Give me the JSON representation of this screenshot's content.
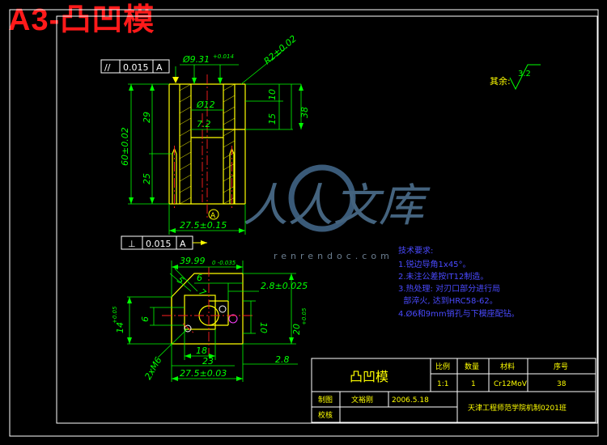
{
  "header": {
    "title": "A3-凸凹模"
  },
  "colors": {
    "background": "#000000",
    "frame": "#ffffff",
    "part": "#ffff00",
    "dimension": "#00ff00",
    "centerline": "#ff0000",
    "notes": "#4040ff",
    "title_text": "#ff2020",
    "watermark": "#5b84a8"
  },
  "view_top": {
    "tolerance_frame": {
      "symbol": "//",
      "value": "0.015",
      "datum": "A"
    },
    "dim_hole_dia": "Ø9.31",
    "dim_hole_tol": "+0.014",
    "dim_radius": "R2±0.02",
    "dim_dia_12": "Ø12",
    "dim_7_2": "7.2",
    "dim_10": "10",
    "dim_15": "15",
    "dim_38": "38",
    "dim_29": "29",
    "dim_25": "25",
    "dim_height": "60±0.02",
    "datum_label": "A",
    "dim_width": "27.5±0.15"
  },
  "view_bottom": {
    "tolerance_frame": {
      "symbol": "⊥",
      "value": "0.015",
      "datum": "A"
    },
    "dim_width_top": "39.99",
    "dim_width_top_tol": "0\n-0.035",
    "dim_6": "6",
    "dim_5": "5",
    "dim_7": "7",
    "dim_2_8a": "2.8±0.025",
    "dim_14": "14",
    "dim_14_tol": "+0.05",
    "dim_6b": "6",
    "dim_18": "18",
    "dim_23": "23",
    "dim_10": "10",
    "dim_20": "20",
    "dim_20_tol": "+0.05",
    "dim_thread": "2xM6",
    "dim_2_8b": "2.8",
    "dim_width_bottom": "27.5±0.03"
  },
  "surface_finish": {
    "label": "其余:",
    "value": "3.2"
  },
  "tech_requirements": {
    "heading": "技术要求:",
    "items": [
      "1.锐边导角1x45°。",
      "2.未注公差按IT12制造。",
      "3.热处理: 对刃口部分进行局",
      "  部淬火, 达到HRC58-62。",
      "4.Ø6和9mm销孔与下模座配钻。"
    ]
  },
  "watermark": {
    "brand": "人人文库",
    "url": "renrendoc.com"
  },
  "title_block": {
    "part_name": "凸凹模",
    "headers": [
      "比例",
      "数量",
      "材料",
      "序号"
    ],
    "values": [
      "1:1",
      "1",
      "Cr12MoV",
      "38"
    ],
    "row_draw": {
      "label": "制图",
      "name": "文裕刚",
      "date": "2006.5.18"
    },
    "row_check": {
      "label": "校核"
    },
    "school": "天津工程师范学院机制0201班"
  }
}
